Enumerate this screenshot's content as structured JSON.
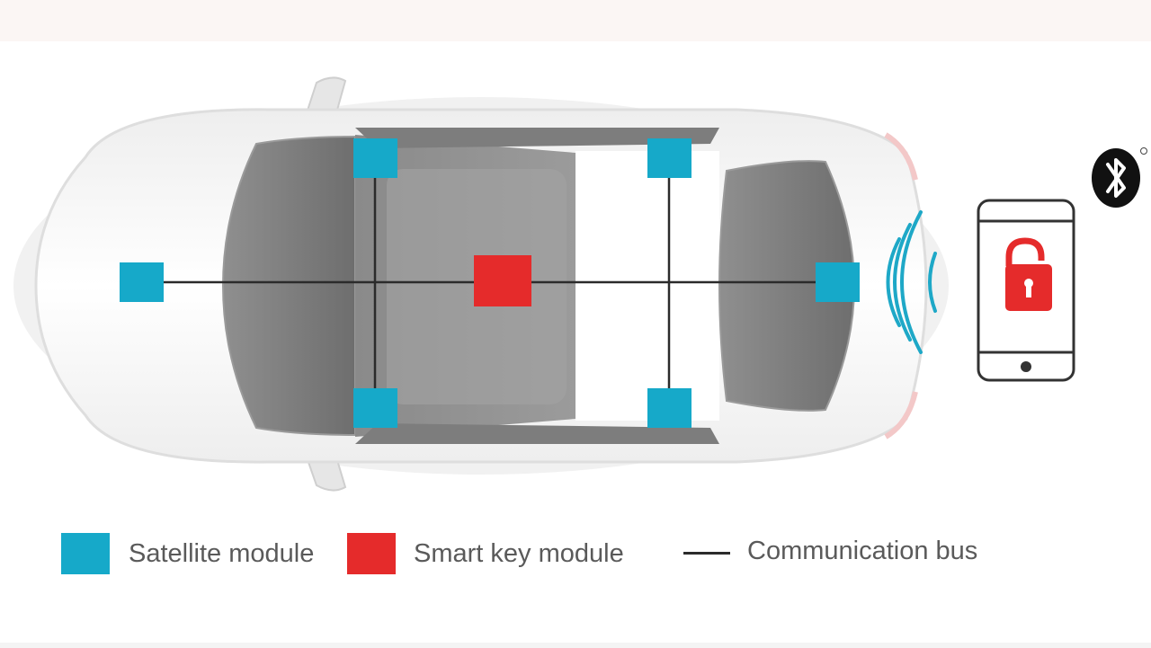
{
  "colors": {
    "satellite": "#16a9c9",
    "smart_key": "#e52b2b",
    "bus": "#2b2b2b",
    "signal": "#1ea8c7",
    "phone_outline": "#333333",
    "lock": "#e52b2b",
    "bluetooth_bg": "#111111"
  },
  "diagram": {
    "nodes": [
      {
        "id": "satellite-rear",
        "type": "satellite"
      },
      {
        "id": "satellite-rear-top",
        "type": "satellite"
      },
      {
        "id": "satellite-rear-bottom",
        "type": "satellite"
      },
      {
        "id": "smart-key",
        "type": "smart_key"
      },
      {
        "id": "satellite-front-top",
        "type": "satellite"
      },
      {
        "id": "satellite-front-bottom",
        "type": "satellite"
      },
      {
        "id": "satellite-front",
        "type": "satellite"
      }
    ],
    "icons": [
      "car-icon",
      "wireless-signal-icon",
      "smartphone-icon",
      "unlocked-padlock-icon",
      "bluetooth-icon"
    ]
  },
  "legend": {
    "satellite_label": "Satellite module",
    "smart_key_label": "Smart key module",
    "bus_label": "Communication bus"
  }
}
